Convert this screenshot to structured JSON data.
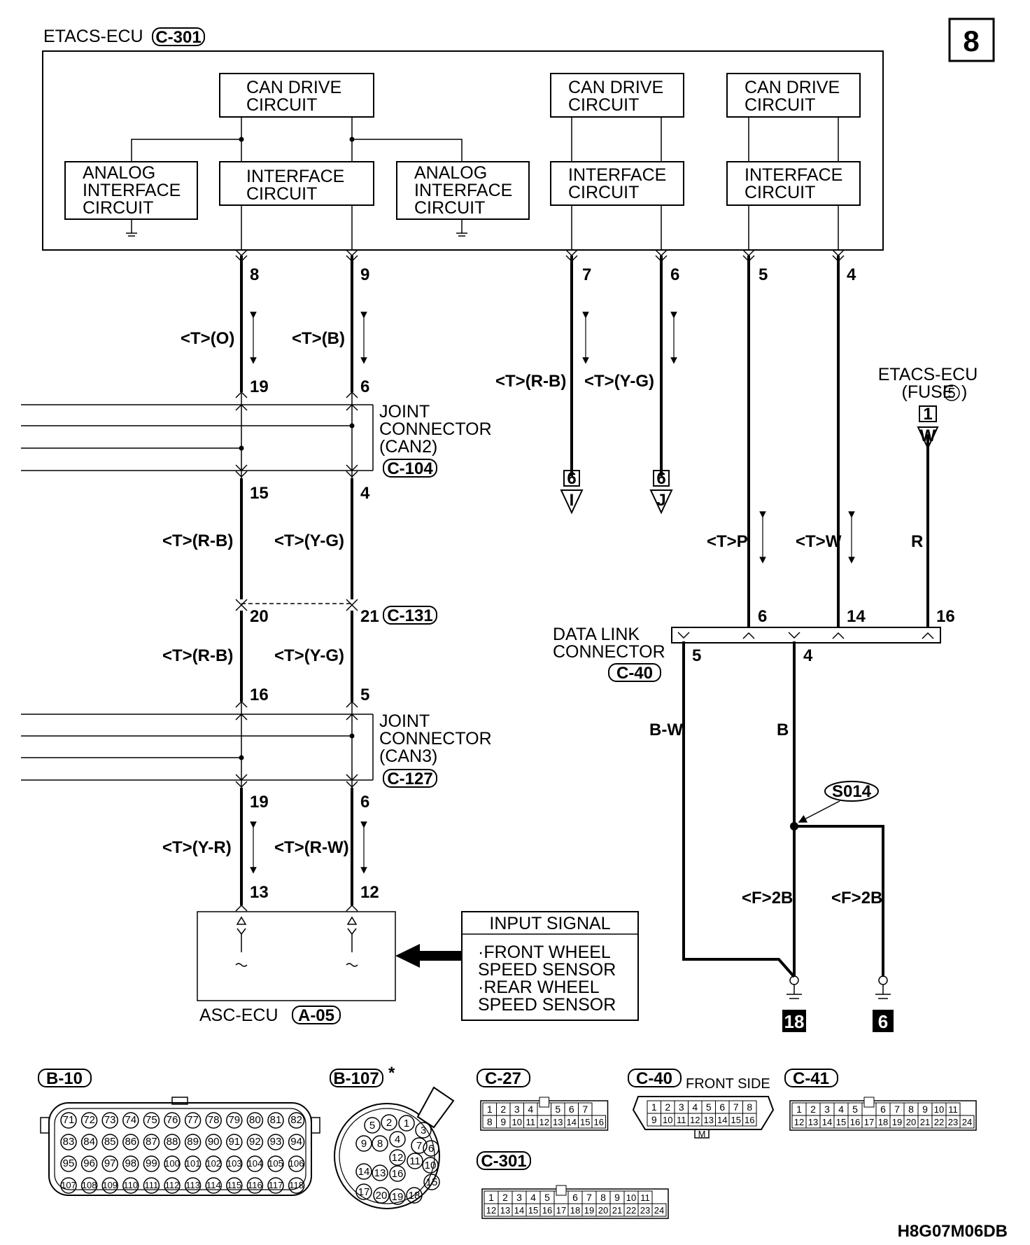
{
  "page_number": "8",
  "ecu": {
    "name": "ETACS-ECU",
    "connector": "C-301"
  },
  "circuits": {
    "can_drive": "CAN DRIVE\nCIRCUIT",
    "interface": "INTERFACE\nCIRCUIT",
    "analog_interface": "ANALOG\nINTERFACE\nCIRCUIT"
  },
  "ecu_pins": [
    "8",
    "9",
    "7",
    "6",
    "5",
    "4"
  ],
  "wires_upper": {
    "left": "<T>(O)",
    "right": "<T>(B)",
    "c1": "<T>(R-B)",
    "c2": "<T>(Y-G)"
  },
  "joint_connector_can2": {
    "label": "JOINT\nCONNECTOR\n(CAN2)",
    "connector": "C-104",
    "pins_top": [
      "19",
      "6"
    ],
    "pins_bottom": [
      "15",
      "4"
    ]
  },
  "wires_mid": {
    "left": "<T>(R-B)",
    "right": "<T>(Y-G)"
  },
  "c131": {
    "connector": "C-131",
    "pins": [
      "20",
      "21"
    ]
  },
  "wires_mid2": {
    "left": "<T>(R-B)",
    "right": "<T>(Y-G)"
  },
  "joint_connector_can3": {
    "label": "JOINT\nCONNECTOR\n(CAN3)",
    "connector": "C-127",
    "pins_top": [
      "16",
      "5"
    ],
    "pins_bottom": [
      "19",
      "6"
    ]
  },
  "wires_low": {
    "left": "<T>(Y-R)",
    "right": "<T>(R-W)"
  },
  "asc": {
    "name": "ASC-ECU",
    "connector": "A-05",
    "pins": [
      "13",
      "12"
    ]
  },
  "input_signal": {
    "title": "INPUT SIGNAL",
    "items": [
      "·FRONT WHEEL\nSPEED SENSOR",
      "·REAR WHEEL\nSPEED SENSOR"
    ]
  },
  "offpage": [
    {
      "num": "6",
      "letter": "I"
    },
    {
      "num": "6",
      "letter": "J"
    }
  ],
  "etacs_fuse": {
    "label": "ETACS-ECU\n(FUSE",
    "fuse_num": "5",
    "tail": ")",
    "terminal": "1",
    "marker": "W"
  },
  "dlc_wires": {
    "p": "<T>P",
    "w": "<T>W",
    "r": "R"
  },
  "dlc": {
    "label": "DATA LINK\nCONNECTOR",
    "connector": "C-40",
    "top_pins": [
      "6",
      "14",
      "16"
    ],
    "bottom_pins": [
      "5",
      "4"
    ]
  },
  "ground_wires": {
    "bw": "B-W",
    "b": "B",
    "splice": "S014",
    "f1": "<F>2B",
    "f2": "<F>2B"
  },
  "grounds": [
    "18",
    "6"
  ],
  "connectors": {
    "b10": {
      "name": "B-10",
      "rows": [
        [
          "71",
          "72",
          "73",
          "74",
          "75",
          "76",
          "77",
          "78",
          "79",
          "80",
          "81",
          "82"
        ],
        [
          "83",
          "84",
          "85",
          "86",
          "87",
          "88",
          "89",
          "90",
          "91",
          "92",
          "93",
          "94"
        ],
        [
          "95",
          "96",
          "97",
          "98",
          "99",
          "100",
          "101",
          "102",
          "103",
          "104",
          "105",
          "106"
        ],
        [
          "107",
          "108",
          "109",
          "110",
          "111",
          "112",
          "113",
          "114",
          "115",
          "116",
          "117",
          "118"
        ]
      ]
    },
    "b107": {
      "name": "B-107",
      "mark": "*",
      "pins": [
        "1",
        "2",
        "3",
        "4",
        "5",
        "6",
        "7",
        "8",
        "9",
        "10",
        "11",
        "12",
        "13",
        "14",
        "15",
        "16",
        "17",
        "18",
        "19",
        "20"
      ]
    },
    "c27": {
      "name": "C-27",
      "row1": [
        "1",
        "2",
        "3",
        "4",
        "",
        "5",
        "6",
        "7"
      ],
      "row2": [
        "8",
        "9",
        "10",
        "11",
        "12",
        "13",
        "14",
        "15",
        "16"
      ]
    },
    "c40": {
      "name": "C-40",
      "side": "FRONT SIDE",
      "row1": [
        "1",
        "2",
        "3",
        "4",
        "5",
        "6",
        "7",
        "8"
      ],
      "row2": [
        "9",
        "10",
        "11",
        "12",
        "13",
        "14",
        "15",
        "16"
      ],
      "key": "M"
    },
    "c41": {
      "name": "C-41",
      "row1": [
        "1",
        "2",
        "3",
        "4",
        "5",
        "",
        "6",
        "7",
        "8",
        "9",
        "10",
        "11"
      ],
      "row2": [
        "12",
        "13",
        "14",
        "15",
        "16",
        "17",
        "18",
        "19",
        "20",
        "21",
        "22",
        "23",
        "24"
      ]
    },
    "c301": {
      "name": "C-301",
      "row1": [
        "1",
        "2",
        "3",
        "4",
        "5",
        "",
        "6",
        "7",
        "8",
        "9",
        "10",
        "11"
      ],
      "row2": [
        "12",
        "13",
        "14",
        "15",
        "16",
        "17",
        "18",
        "19",
        "20",
        "21",
        "22",
        "23",
        "24"
      ]
    }
  },
  "footer_code": "H8G07M06DB"
}
